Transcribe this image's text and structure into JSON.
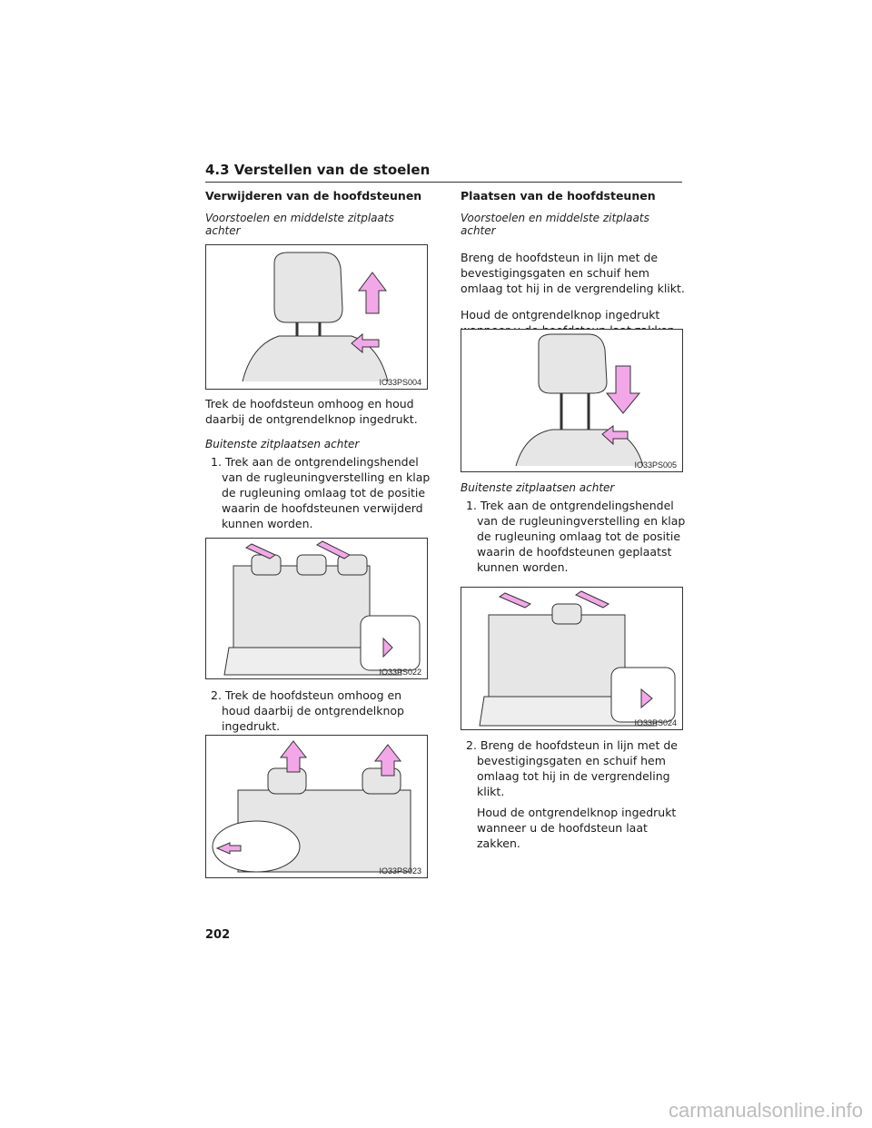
{
  "header": {
    "section_title": "4.3  Verstellen van de stoelen"
  },
  "left": {
    "heading": "Verwijderen van de hoofdsteunen",
    "subheading": "Voorstoelen en middelste zitplaats achter",
    "figure1_code": "IO33PS004",
    "text1": "Trek de hoofdsteun omhoog en houd daarbij de ontgrendelknop ingedrukt.",
    "subheading2": "Buitenste zitplaatsen achter",
    "step1": "1. Trek aan de ontgrendelingshendel van de rugleuningverstelling en klap de rugleuning omlaag tot de positie waarin de hoofdsteunen verwijderd kunnen worden.",
    "figure2_code": "IO33PS022",
    "step2": "2. Trek de hoofdsteun omhoog en houd daarbij de ontgrendelknop ingedrukt.",
    "figure3_code": "IO33PS023"
  },
  "right": {
    "heading": "Plaatsen van de hoofdsteunen",
    "subheading": "Voorstoelen en middelste zitplaats achter",
    "text1": "Breng de hoofdsteun in lijn met de bevestigingsgaten en schuif hem omlaag tot hij in de vergrendeling klikt.",
    "text2": "Houd de ontgrendelknop ingedrukt wanneer u de hoofdsteun laat zakken.",
    "figure1_code": "IO33PS005",
    "subheading2": "Buitenste zitplaatsen achter",
    "step1": "1. Trek aan de ontgrendelingshendel van de rugleuningverstelling en klap de rugleuning omlaag tot de positie waarin de hoofdsteunen geplaatst kunnen worden.",
    "figure2_code": "IO33PS024",
    "step2": "2. Breng de hoofdsteun in lijn met de bevestigingsgaten en schuif hem omlaag tot hij in de vergrendeling klikt.",
    "step2_cont": "Houd de ontgrendelknop ingedrukt wanneer u de hoofdsteun laat zakken."
  },
  "footer": {
    "page_number": "202",
    "watermark": "carmanualsonline.info"
  },
  "colors": {
    "arrow_fill": "#f2a8e8",
    "arrow_stroke": "#333333",
    "seat_fill": "#e6e6e6"
  }
}
